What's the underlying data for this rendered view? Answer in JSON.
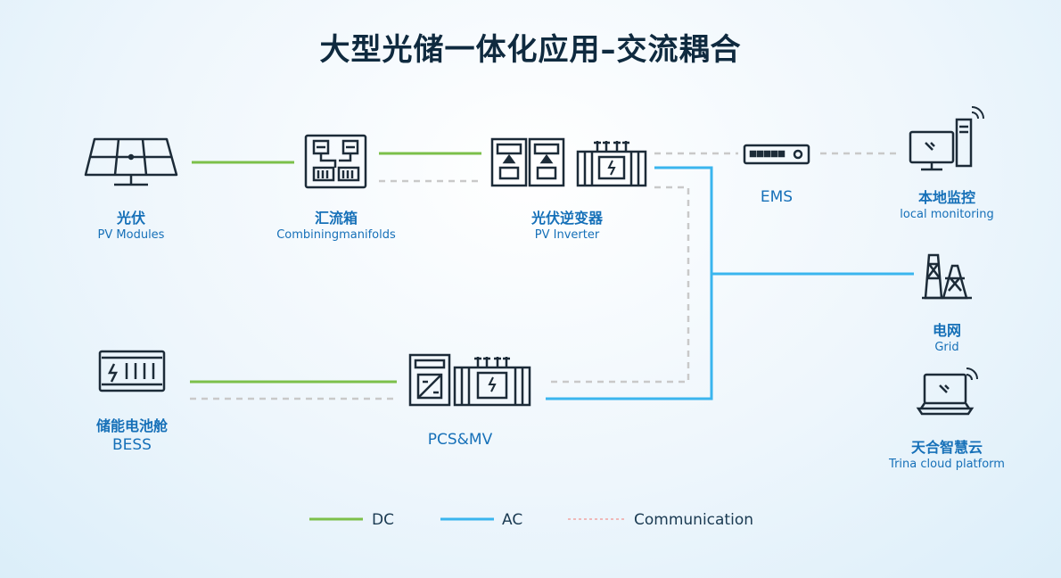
{
  "title": "大型光储一体化应用–交流耦合",
  "nodes": {
    "pv_modules": {
      "cn": "光伏",
      "en": "PV Modules",
      "icon": "solar-panel-icon"
    },
    "combiner": {
      "cn": "汇流箱",
      "en": "Combiningmanifolds",
      "icon": "combiner-box-icon"
    },
    "pv_inverter": {
      "cn": "光伏逆变器",
      "en": "PV Inverter",
      "icon": "inverter-icon"
    },
    "ems": {
      "en": "EMS",
      "icon": "ems-router-icon"
    },
    "local_monitoring": {
      "cn": "本地监控",
      "en": "local monitoring",
      "icon": "monitor-tower-icon"
    },
    "grid": {
      "cn": "电网",
      "en": "Grid",
      "icon": "power-tower-icon"
    },
    "bess": {
      "cn": "储能电池舱",
      "en": "BESS",
      "icon": "battery-container-icon"
    },
    "pcs_mv": {
      "en": "PCS&MV",
      "icon": "pcs-transformer-icon"
    },
    "cloud": {
      "cn": "天合智慧云",
      "en": "Trina cloud platform",
      "icon": "laptop-icon"
    }
  },
  "legend": {
    "dc": "DC",
    "ac": "AC",
    "comm": "Communication"
  },
  "colors": {
    "dc": "#7cc04a",
    "ac": "#3ab5ee",
    "comm": "#c9c9c9",
    "text": "#1670b8",
    "icon": "#1c2b38"
  }
}
